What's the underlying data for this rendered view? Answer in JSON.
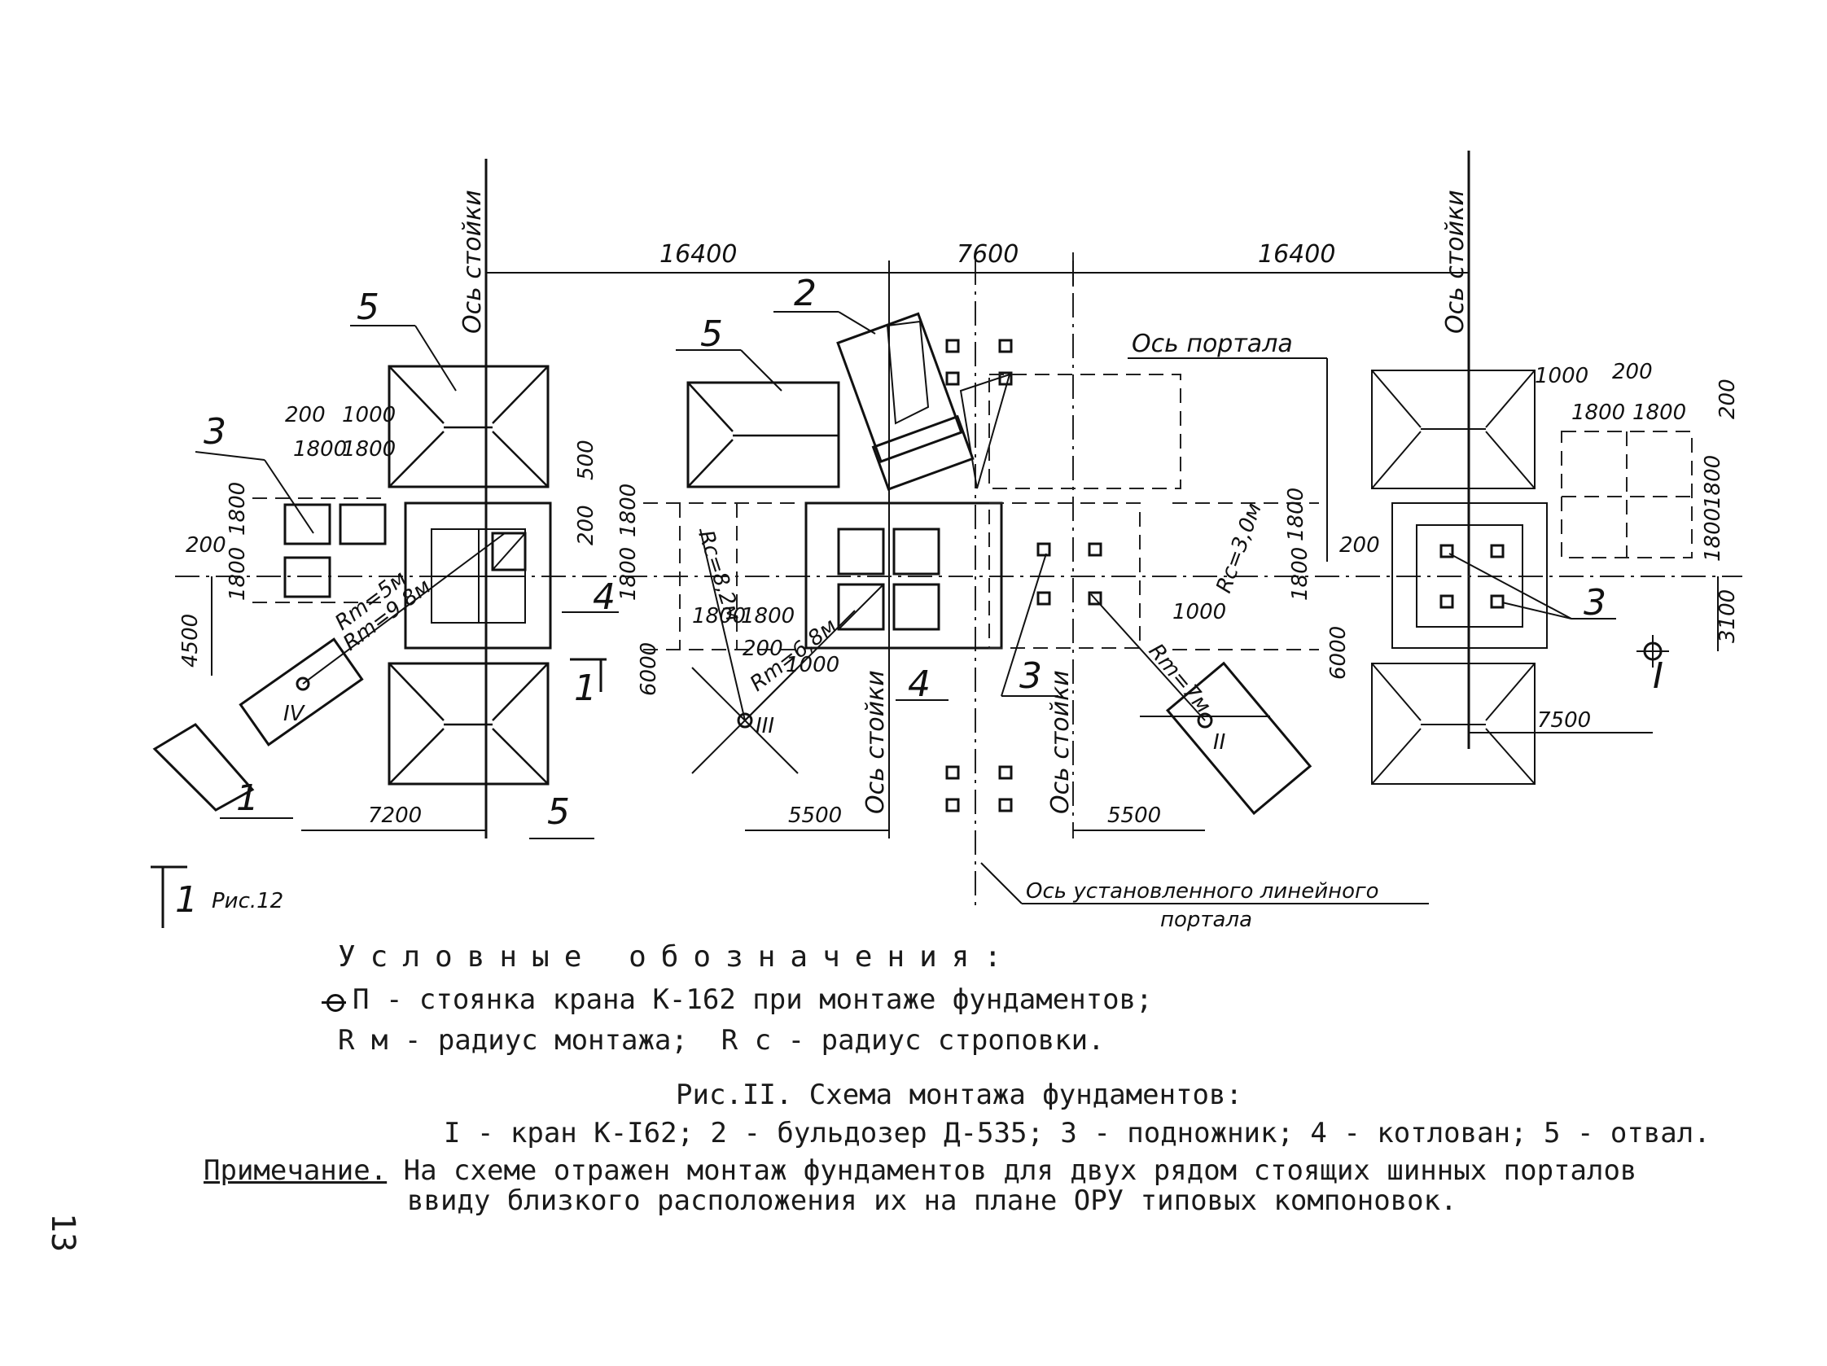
{
  "drawing": {
    "axes": {
      "axis_post_left": "Ось стойки",
      "axis_post_right": "Ось стойки",
      "axis_post_mid1": "Ось стойки",
      "axis_post_mid2": "Ось стойки",
      "axis_portal": "Ось портала",
      "axis_installed_line1": "Ось установленного линейного",
      "axis_installed_line2": "портала"
    },
    "dimensions": {
      "d16400_left": "16400",
      "d7600": "7600",
      "d16400_right": "16400",
      "d7200": "7200",
      "d5500_left": "5500",
      "d5500_right": "5500",
      "d7500": "7500",
      "d4500": "4500",
      "d6000_left": "6000",
      "d6000_right": "6000",
      "d3100": "3100",
      "d500": "500",
      "d200_a": "200",
      "d1000_a": "1000",
      "d1800_a": "1800",
      "d1800_b": "1800",
      "d1800_c": "1800",
      "d200_b": "200",
      "d1800_d": "1800",
      "d200_c": "200",
      "d1800_e": "1800",
      "d1800_f": "1800",
      "d1800_g": "1800",
      "d200_d": "200",
      "d1000_b": "1000",
      "d1800_h": "1800",
      "d1800_i": "1800",
      "d1000_c": "1000",
      "d200_e": "200",
      "d1800_j": "1800",
      "d1800_k": "1800",
      "d1000_d": "1000",
      "d200_f": "200",
      "d1800_l": "1800",
      "d1800_m": "1800",
      "d1800_n": "1800",
      "d1800_o": "1800",
      "d200_g": "200"
    },
    "radii": {
      "rm5": "Rm=5м",
      "rm98": "Rm=9,8м",
      "rc82": "Rc=8,2м",
      "rm68": "Rm=6,8м",
      "rc30": "Rc=3,0м",
      "rm7": "Rm=7м"
    },
    "markers": {
      "m1": "1",
      "m2": "2",
      "m3_left": "3",
      "m3_mid": "3",
      "m3_right": "3",
      "m4_left": "4",
      "m4_mid": "4",
      "m5_top_left": "5",
      "m5_top_mid": "5",
      "m5_bottom": "5",
      "crane_I": "I",
      "crane_III": "III",
      "crane_IV": "IV",
      "crane_II": "II"
    },
    "section": {
      "section_mark_top": "1",
      "section_mark_bottom": "1",
      "fig_ref": "Рис.12"
    }
  },
  "legend": {
    "title": "Условные обозначения:",
    "crane_text": "П - стоянка крана К-162 при монтаже фундаментов;",
    "radius_text": "R м - радиус монтажа;  R с - радиус строповки."
  },
  "figure": {
    "title": "Рис.II. Схема монтажа фундаментов:",
    "items": "I - кран К-I62; 2 - бульдозер Д-535; 3 - подножник; 4 - котлован; 5 - отвал."
  },
  "note": {
    "label": "Примечание.",
    "line1": " На схеме отражен монтаж фундаментов для двух рядом стоящих шинных порталов",
    "line2": "ввиду близкого расположения их на плане ОРУ типовых компоновок."
  },
  "page": {
    "number": "13"
  }
}
